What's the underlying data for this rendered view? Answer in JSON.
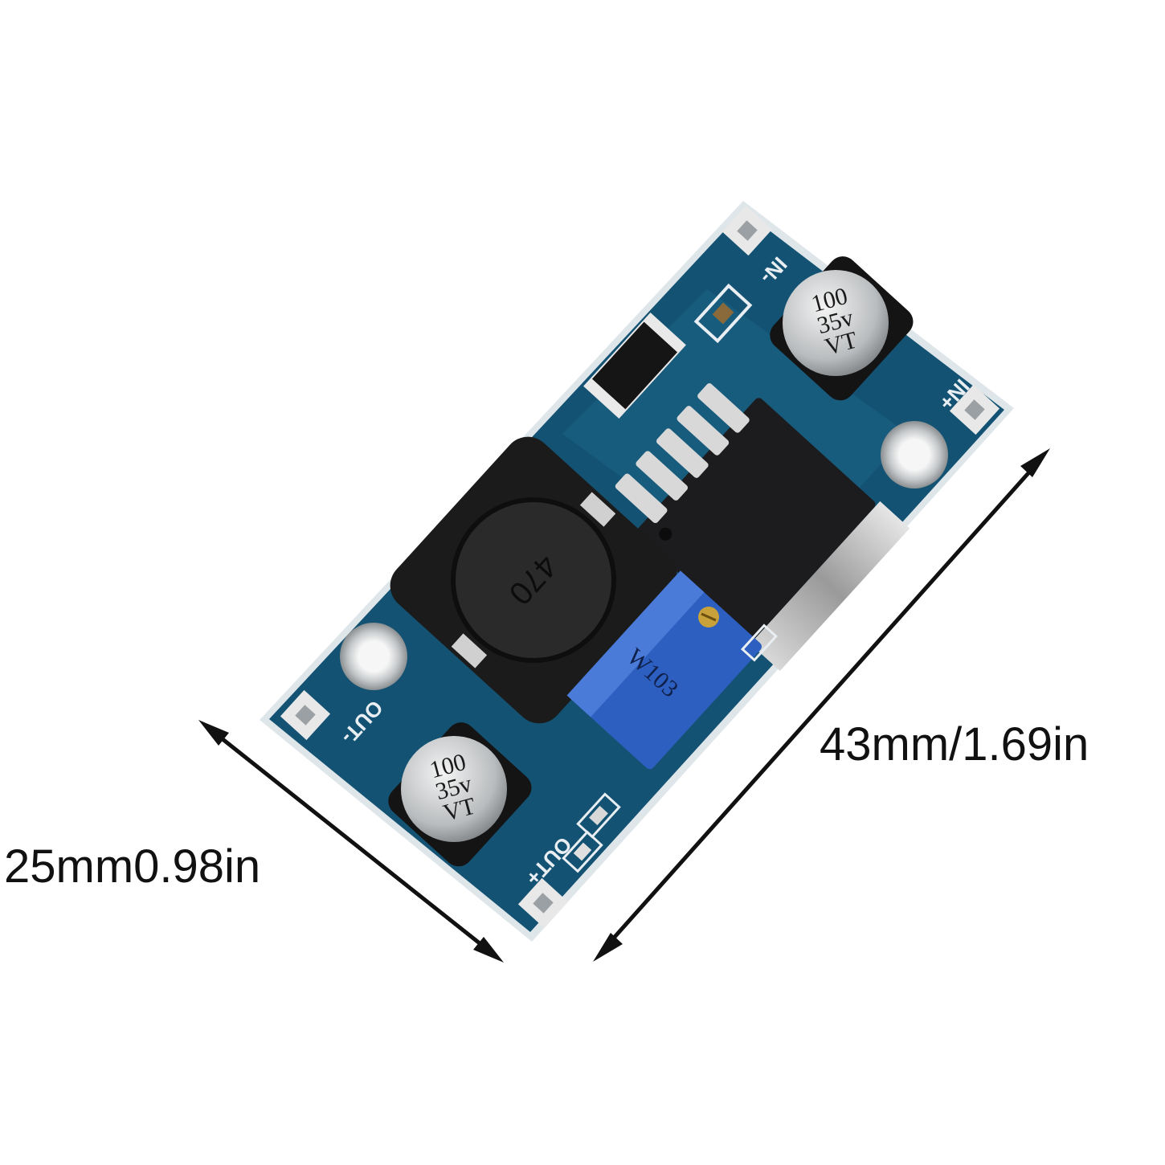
{
  "dimensions": {
    "length_label": "43mm/1.69in",
    "width_label": "25mm0.98in"
  },
  "board": {
    "capacitor_top": {
      "line1": "100",
      "line2": "35v",
      "line3": "VT"
    },
    "capacitor_bottom": {
      "line1": "100",
      "line2": "35v",
      "line3": "VT"
    },
    "inductor_marking": "470",
    "potentiometer_marking": "W103",
    "labels": {
      "in_minus": "IN-",
      "in_plus": "IN+",
      "out_minus": "OUT-",
      "out_plus": "OUT+"
    }
  },
  "colors": {
    "pcb": "#135272",
    "silkscreen": "#e8eef2",
    "potentiometer": "#2c5fc0",
    "arrow": "#111111"
  }
}
